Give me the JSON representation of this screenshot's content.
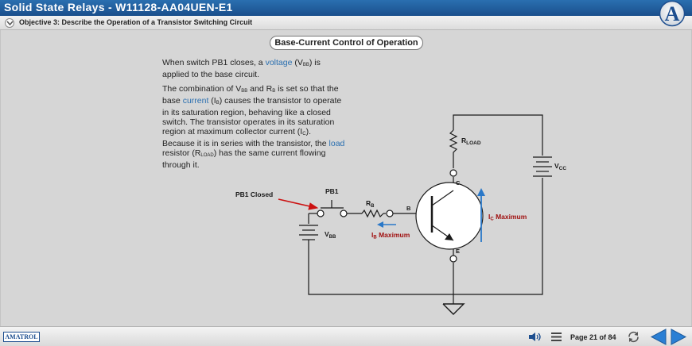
{
  "header": {
    "app_title": "Solid State Relays - W11128-AA04UEN-E1",
    "logo_letter": "A"
  },
  "objective_bar": {
    "text": "Objective 3: Describe the Operation of a Transistor Switching Circuit"
  },
  "section": {
    "title": "Base-Current Control of Operation"
  },
  "paragraphs": {
    "p1": {
      "t1": "When switch PB1 closes, a ",
      "link": "voltage",
      "t2": " (V",
      "sub": "BB",
      "t3": ") is applied to the base circuit."
    },
    "p2": {
      "t1": "The combination of V",
      "sub1": "BB",
      "t2": " and R",
      "sub2": "B",
      "t3": " is set so that the base ",
      "link": "current",
      "t4": " (I",
      "sub3": "B",
      "t5": ") causes the transistor to operate in its saturation region, behaving like a closed switch. The transistor operates in its saturation region at maximum collector current (I",
      "sub4": "C",
      "t6": ")."
    },
    "p3": {
      "t1": "Because it is in series with the transistor, the ",
      "link": "load",
      "t2": " resistor (R",
      "sub": "LOAD",
      "t3": ") has the same current flowing through it."
    }
  },
  "diagram": {
    "pb1_closed_label": "PB1 Closed",
    "pb1_label": "PB1",
    "rb_main": "R",
    "rb_sub": "B",
    "vbb_main": "V",
    "vbb_sub": "BB",
    "rload_main": "R",
    "rload_sub": "LOAD",
    "vcc_main": "V",
    "vcc_sub": "CC",
    "base_label": "B",
    "collector_label": "C",
    "emitter_label": "E",
    "ib_main": "I",
    "ib_sub": "B",
    "ib_text": " Maximum",
    "ic_main": "I",
    "ic_sub": "C",
    "ic_text": " Maximum",
    "arrow_red": "#cc1111",
    "arrow_blue": "#2a78c8"
  },
  "footer": {
    "brand": "AMATROL",
    "page_text": "Page 21 of 84"
  },
  "colors": {
    "title_bar": "#1f5b9c",
    "content_bg": "#d6d6d6",
    "link": "#2a6fb0",
    "label_red": "#a01010"
  }
}
